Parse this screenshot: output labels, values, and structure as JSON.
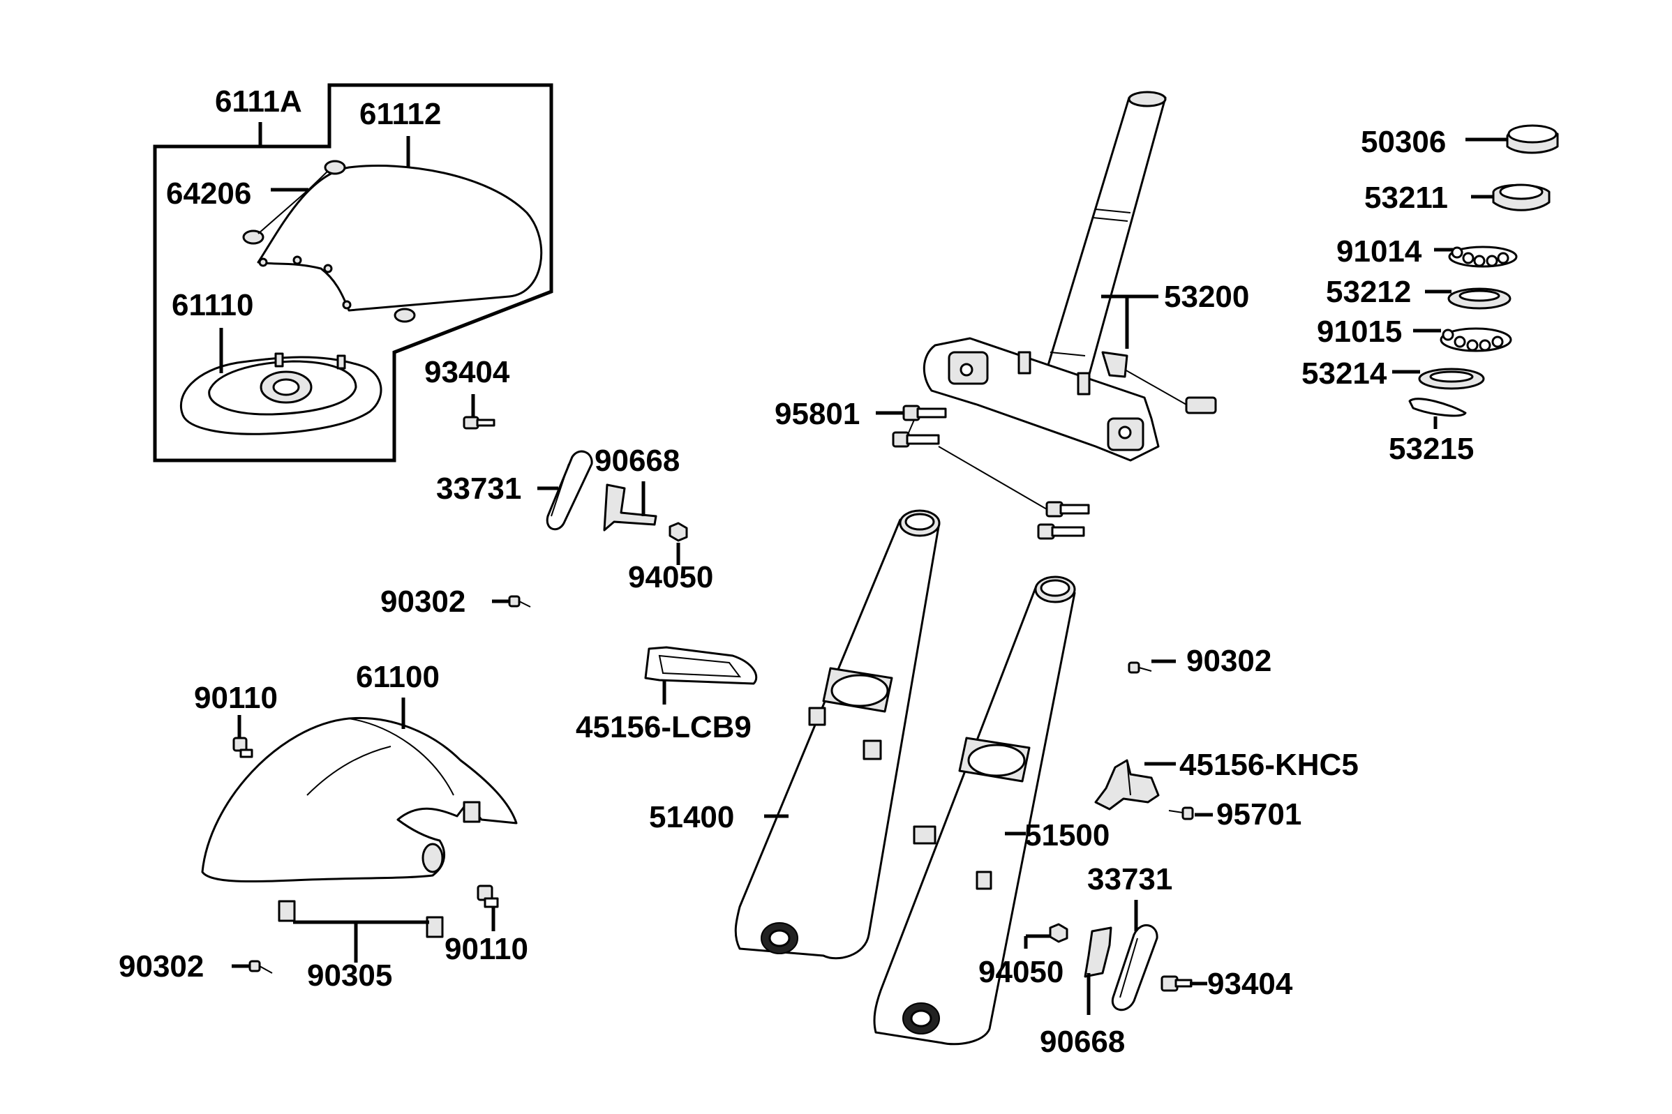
{
  "labels": {
    "p6111A": "6111A",
    "p61112": "61112",
    "p64206": "64206",
    "p61110": "61110",
    "p93404_top": "93404",
    "p33731_top": "33731",
    "p90668_top": "90668",
    "p94050_top": "94050",
    "p90302_mid": "90302",
    "p61100": "61100",
    "p90110_left": "90110",
    "p90302_bottom": "90302",
    "p90305": "90305",
    "p90110_bottom": "90110",
    "p45156LCB9": "45156-LCB9",
    "p51400": "51400",
    "p51500": "51500",
    "p95801": "95801",
    "p53200": "53200",
    "p50306": "50306",
    "p53211": "53211",
    "p91014": "91014",
    "p53212": "53212",
    "p91015": "91015",
    "p53214": "53214",
    "p53215": "53215",
    "p90302_right": "90302",
    "p45156KHC5": "45156-KHC5",
    "p95701": "95701",
    "p33731_bottom": "33731",
    "p94050_bottom": "94050",
    "p93404_bottom": "93404",
    "p90668_bottom": "90668"
  }
}
